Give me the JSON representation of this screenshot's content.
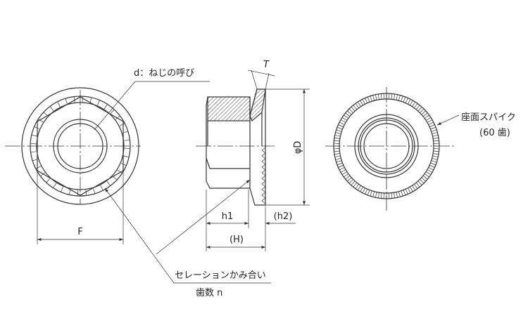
{
  "labels": {
    "thread_size": "d：ねじの呼び",
    "width_across_flats": "F",
    "serration": "セレーションかみ合い",
    "serration_count": "歯数 n",
    "thickness": "T",
    "diameter": "φD",
    "h1": "h1",
    "h2": "(h2)",
    "height": "(H)",
    "seat_spike": "座面スパイク",
    "spike_count": "(60 歯)"
  },
  "spike_teeth": 60
}
